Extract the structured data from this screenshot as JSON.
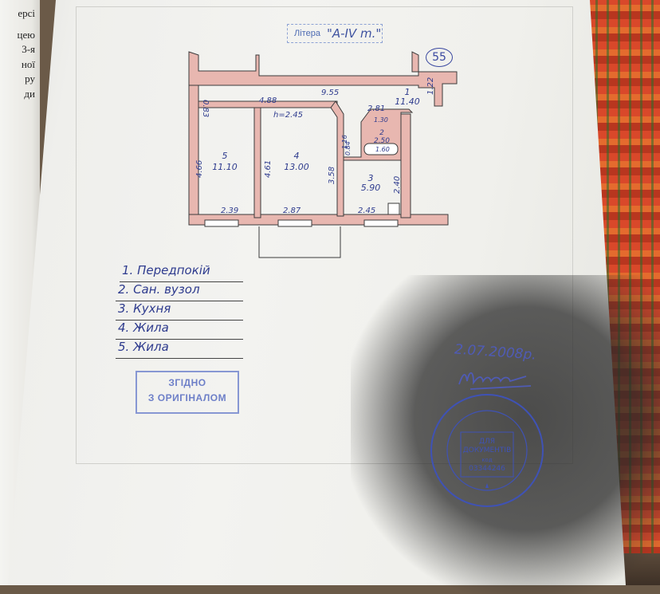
{
  "back_page": {
    "lines": [
      "ерсі",
      "цею",
      "3-я",
      "ної",
      "ру",
      "ди"
    ]
  },
  "litera_stamp": {
    "label": "Літера",
    "value": "\"A-IV m.\""
  },
  "plan_number": "55",
  "plan": {
    "dimensions": {
      "top_wall": "9.55",
      "left_height_top": "0.83",
      "room_width_top": "4.88",
      "right_wall_top": "1.22",
      "ceiling_height": "h=2.45",
      "room5_height": "4.66",
      "room4_height": "4.61",
      "room3_side": "3.58",
      "room3_height": "2.40",
      "bottom_room5": "2.39",
      "bottom_room4": "2.87",
      "bottom_room3": "2.45",
      "room2_top": "2.81",
      "room2_inner_w": "1.30",
      "room2_inner_w2": "1.60",
      "room2_side": "1.16",
      "room2_small": "0.84"
    },
    "rooms": [
      {
        "number": "1",
        "area": "11.40"
      },
      {
        "number": "2",
        "area": "2.50"
      },
      {
        "number": "3",
        "area": "5.90"
      },
      {
        "number": "4",
        "area": "13.00"
      },
      {
        "number": "5",
        "area": "11.10"
      }
    ]
  },
  "legend": [
    "1. Передпокій",
    "2. Сан. вузол",
    "3. Кухня",
    "4. Жила",
    "5. Жила"
  ],
  "stamp_original": {
    "line1": "ЗГІДНО",
    "line2": "З ОРИГІНАЛОМ"
  },
  "date": "2.07.2008р.",
  "round_seal": {
    "center_line1": "ДЛЯ",
    "center_line2": "ДОКУМЕНТІВ",
    "code_label": "код",
    "code": "03344246"
  },
  "colors": {
    "wall_fill": "#e8b7b0",
    "wall_stroke": "#3b3b3b",
    "ink_blue": "#3a48a0",
    "stamp_blue": "#6d7fc8"
  }
}
